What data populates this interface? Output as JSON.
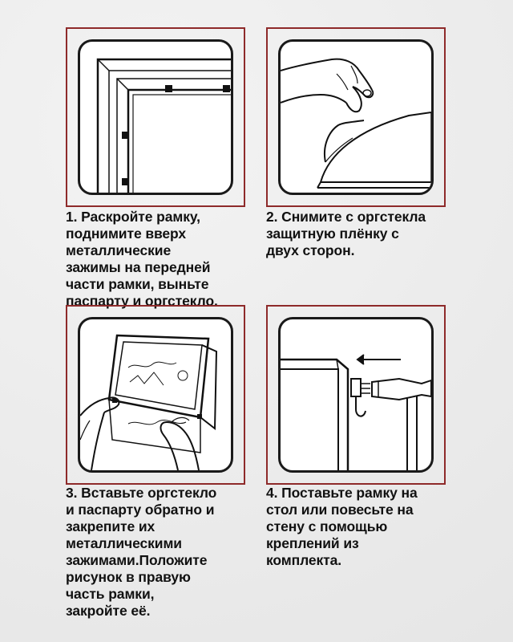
{
  "steps": [
    {
      "id": 1,
      "lines": [
        "1. Раскройте рамку,",
        "поднимите вверх",
        "металлические",
        "зажимы на передней",
        "части рамки, выньте",
        "паспарту и оргстекло."
      ],
      "illustration_icon": "open-frame-clips-icon"
    },
    {
      "id": 2,
      "lines": [
        "2. Снимите с оргстекла",
        "защитную плёнку с",
        "двух сторон."
      ],
      "illustration_icon": "peel-film-icon"
    },
    {
      "id": 3,
      "lines": [
        "3. Вставьте оргстекло",
        "и паспарту обратно и",
        "закрепите их",
        "металлическими",
        "зажимами.Положите",
        "рисунок в правую",
        "часть рамки,",
        "закройте её."
      ],
      "illustration_icon": "insert-glass-icon"
    },
    {
      "id": 4,
      "lines": [
        "4. Поставьте рамку на",
        "стол или повесьте на",
        "стену с помощью",
        "креплений из",
        "комплекта."
      ],
      "illustration_icon": "hang-frame-hammer-icon"
    }
  ],
  "colors": {
    "frame_border": "#8e2a2a",
    "text": "#111111",
    "background": "#eeeeee"
  }
}
